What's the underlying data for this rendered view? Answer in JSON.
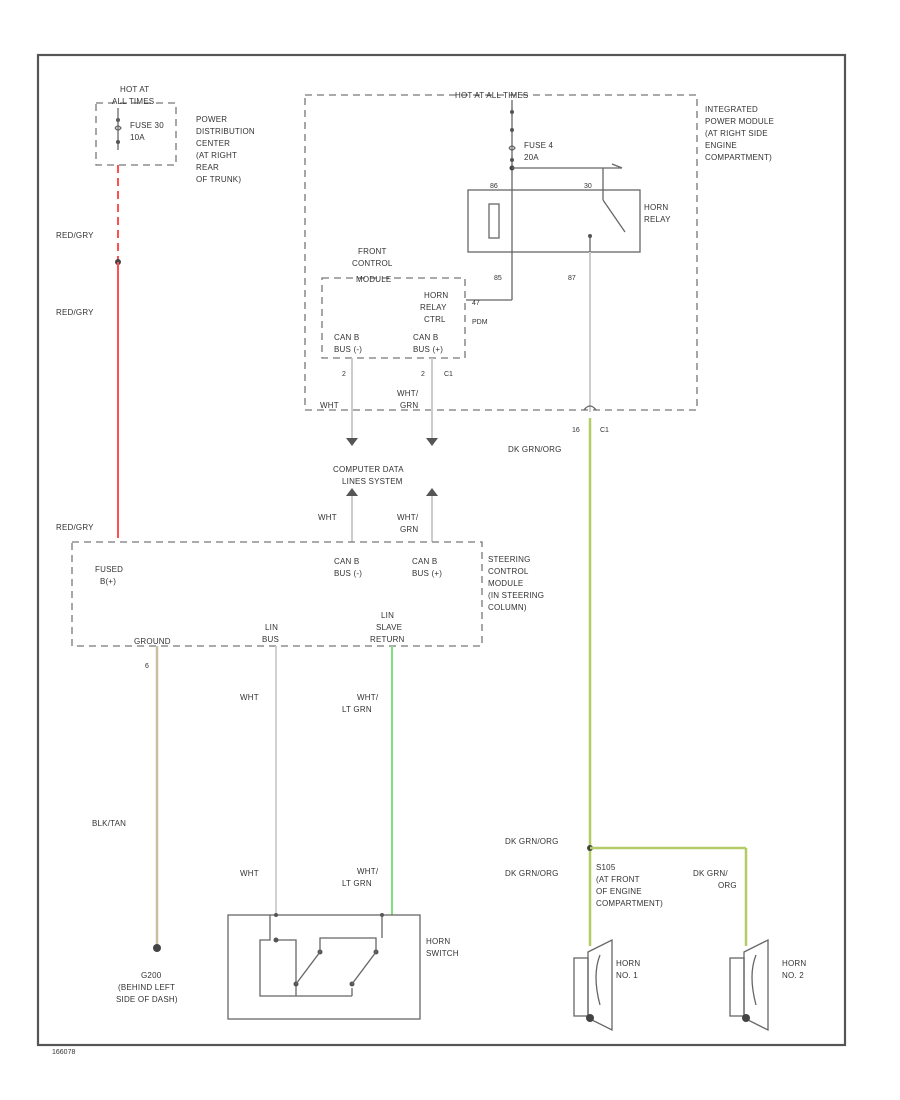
{
  "colors": {
    "red_gry": "#ff5050",
    "wht": "#cccccc",
    "wht_lt_grn": "#7fe07f",
    "dk_grn_org": "#b3cc66",
    "blk_tan": "#c8bfa0",
    "line": "#666666",
    "dash": "#777777"
  },
  "labels": {
    "hot_at_all_times_1": "HOT AT",
    "hot_at_all_times_1b": "ALL TIMES",
    "fuse_30": "FUSE 30",
    "fuse_30_amp": "10A",
    "pdc_1": "POWER",
    "pdc_2": "DISTRIBUTION",
    "pdc_3": "CENTER",
    "pdc_4": "(AT RIGHT",
    "pdc_5": "REAR",
    "pdc_6": "OF TRUNK)",
    "hot_at_all_times_2": "HOT AT ALL TIMES",
    "fuse_4": "FUSE 4",
    "fuse_4_amp": "20A",
    "ipm_1": "INTEGRATED",
    "ipm_2": "POWER MODULE",
    "ipm_3": "(AT RIGHT SIDE",
    "ipm_4": "ENGINE",
    "ipm_5": "COMPARTMENT)",
    "horn_relay_1": "HORN",
    "horn_relay_2": "RELAY",
    "pin_86": "86",
    "pin_30": "30",
    "pin_85": "85",
    "pin_87": "87",
    "pin_47": "47",
    "pdm": "PDM",
    "fcm_1": "FRONT",
    "fcm_2": "CONTROL",
    "fcm_3": "MODULE",
    "horn_relay_ctrl_1": "HORN",
    "horn_relay_ctrl_2": "RELAY",
    "horn_relay_ctrl_3": "CTRL",
    "canb_minus_1": "CAN B",
    "canb_minus_2": "BUS (-)",
    "canb_plus_1": "CAN B",
    "canb_plus_2": "BUS (+)",
    "pin_2a": "2",
    "pin_2b": "2",
    "c1_a": "C1",
    "wht_1": "WHT",
    "wht_grn_1": "WHT/",
    "wht_grn_1b": "GRN",
    "pin_16": "16",
    "c1_b": "C1",
    "dk_grn_org_1": "DK GRN/ORG",
    "cdb_1": "COMPUTER DATA",
    "cdb_2": "LINES SYSTEM",
    "wht_2": "WHT",
    "wht_grn_2": "WHT/",
    "wht_grn_2b": "GRN",
    "red_gry_1": "RED/GRY",
    "red_gry_2": "RED/GRY",
    "red_gry_3": "RED/GRY",
    "fused_1": "FUSED",
    "fused_2": "B(+)",
    "scm_canb_minus_1": "CAN B",
    "scm_canb_minus_2": "BUS (-)",
    "scm_canb_plus_1": "CAN B",
    "scm_canb_plus_2": "BUS (+)",
    "scm_1": "STEERING",
    "scm_2": "CONTROL",
    "scm_3": "MODULE",
    "scm_4": "(IN STEERING",
    "scm_5": "COLUMN)",
    "ground": "GROUND",
    "lin_1": "LIN",
    "lin_2": "BUS",
    "lin_slave_1": "LIN",
    "lin_slave_2": "SLAVE",
    "lin_slave_3": "RETURN",
    "pin_6": "6",
    "wht_3": "WHT",
    "wht_lt_grn_1": "WHT/",
    "wht_lt_grn_1b": "LT GRN",
    "blk_tan": "BLK/TAN",
    "wht_4": "WHT",
    "wht_lt_grn_2": "WHT/",
    "wht_lt_grn_2b": "LT GRN",
    "dk_grn_org_2": "DK GRN/ORG",
    "dk_grn_org_3": "DK GRN/ORG",
    "s105_1": "S105",
    "s105_2": "(AT FRONT",
    "s105_3": "OF ENGINE",
    "s105_4": "COMPARTMENT)",
    "dk_grn_org_4a": "DK GRN/",
    "dk_grn_org_4b": "ORG",
    "horn_switch_1": "HORN",
    "horn_switch_2": "SWITCH",
    "g200_1": "G200",
    "g200_2": "(BEHIND LEFT",
    "g200_3": "SIDE OF DASH)",
    "horn1_1": "HORN",
    "horn1_2": "NO. 1",
    "horn2_1": "HORN",
    "horn2_2": "NO. 2",
    "fig_id": "166078"
  }
}
